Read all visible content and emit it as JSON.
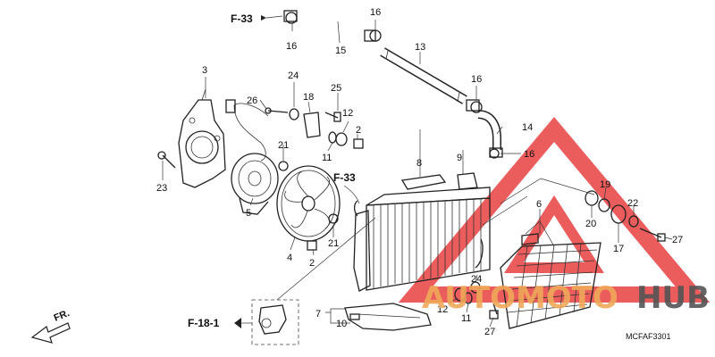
{
  "refs": {
    "f33_top": "F-33",
    "f33_mid": "F-33",
    "f18": "F-18-1",
    "fr": "FR."
  },
  "part_numbers": [
    "2",
    "2",
    "3",
    "4",
    "5",
    "6",
    "7",
    "8",
    "9",
    "10",
    "11",
    "11",
    "12",
    "12",
    "13",
    "14",
    "15",
    "16",
    "16",
    "16",
    "16",
    "17",
    "18",
    "19",
    "20",
    "21",
    "21",
    "22",
    "23",
    "24",
    "24",
    "25",
    "26",
    "27",
    "27"
  ],
  "diagram_code": "MCFAF3301",
  "watermark": {
    "brand_a": "AUTOMOTO",
    "brand_b": "HUB",
    "color_a": "#f0a95a",
    "color_b": "#555555",
    "triangle_color": "#e84040"
  }
}
